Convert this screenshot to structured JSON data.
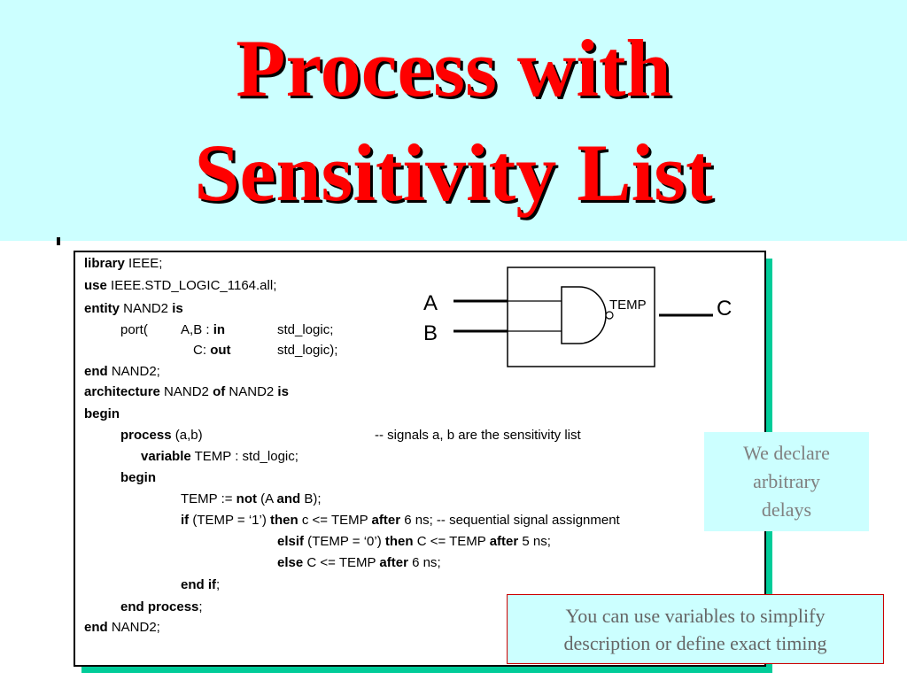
{
  "title": {
    "line1": "Process with",
    "line2": "Sensitivity List"
  },
  "code": [
    {
      "text": "library IEEE;",
      "bold": [
        "library"
      ]
    },
    {
      "text": "use IEEE.STD_LOGIC_1164.all;",
      "bold": [
        "use"
      ]
    },
    {
      "text": "entity NAND2 is",
      "bold": [
        "entity",
        "is"
      ]
    },
    {
      "text": "port(",
      "bold": []
    },
    {
      "text": "A,B : in",
      "bold": [
        "in"
      ]
    },
    {
      "text": "std_logic;",
      "bold": []
    },
    {
      "text": "C: out",
      "bold": [
        "out"
      ]
    },
    {
      "text": "std_logic);",
      "bold": []
    },
    {
      "text": "end NAND2;",
      "bold": [
        "end"
      ]
    },
    {
      "text": "architecture NAND2 of NAND2 is",
      "bold": [
        "architecture",
        "of",
        "is"
      ]
    },
    {
      "text": "begin",
      "bold": [
        "begin"
      ]
    },
    {
      "text": "process (a,b)",
      "bold": [
        "process"
      ]
    },
    {
      "text": "-- signals a, b are the sensitivity list",
      "bold": []
    },
    {
      "text": "variable TEMP : std_logic;",
      "bold": [
        "variable"
      ]
    },
    {
      "text": "begin",
      "bold": [
        "begin"
      ]
    },
    {
      "text": "TEMP := not (A and B);",
      "bold": [
        "not",
        "and"
      ]
    },
    {
      "text": "if (TEMP = ‘1’) then c <= TEMP after 6 ns; -- sequential signal assignment",
      "bold": [
        "if",
        "then",
        "after"
      ]
    },
    {
      "text": "elsif (TEMP = ‘0’) then C <= TEMP after 5 ns;",
      "bold": [
        "elsif",
        "then",
        "after"
      ]
    },
    {
      "text": "else C <= TEMP after 6 ns;",
      "bold": [
        "else",
        "after"
      ]
    },
    {
      "text": "end if;",
      "bold": [
        "end",
        "if"
      ]
    },
    {
      "text": "end process;",
      "bold": [
        "end",
        "process"
      ]
    },
    {
      "text": "end NAND2;",
      "bold": [
        "end"
      ]
    }
  ],
  "diagram": {
    "input_a": "A",
    "input_b": "B",
    "internal": "TEMP",
    "output": "C"
  },
  "notes": {
    "variables_delay": "We declare\narbitrary\ndelays",
    "variables_timing": "You can use variables to simplify\ndescription or define exact timing"
  }
}
